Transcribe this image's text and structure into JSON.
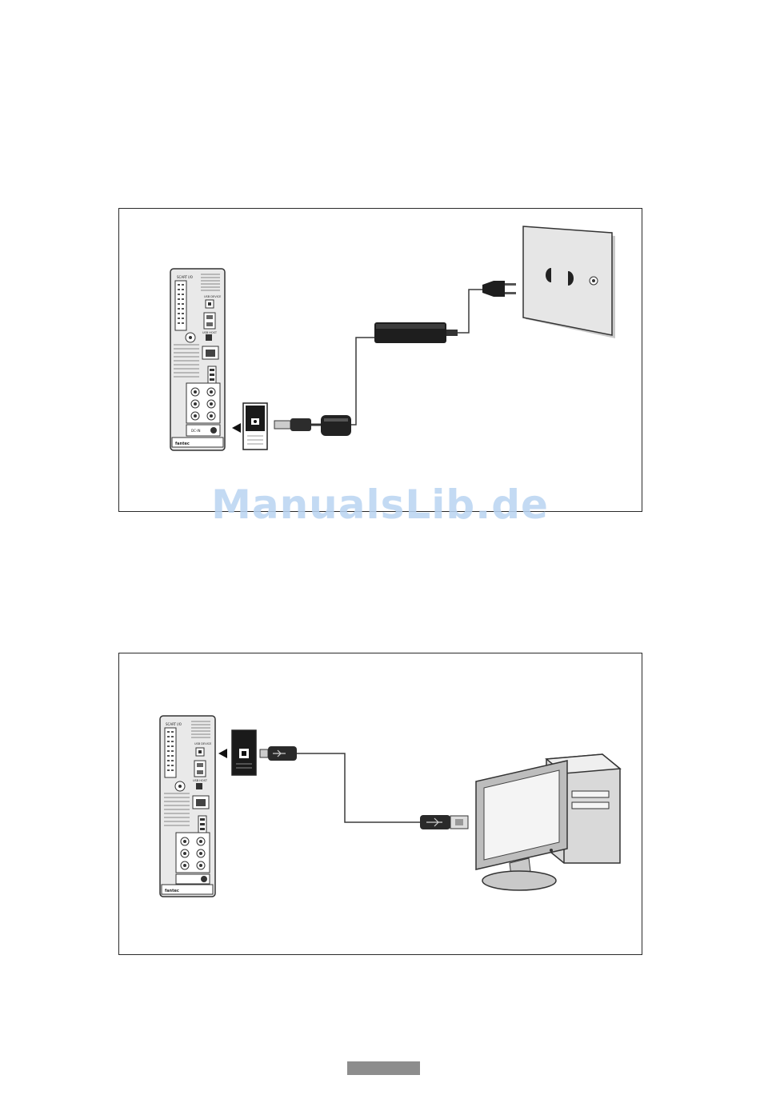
{
  "watermark": {
    "text": "ManualsLib.de"
  },
  "colors": {
    "frame_border": "#2a2a2a",
    "cable": "#3a3a3a",
    "device": "#e9e9e9",
    "screen": "#f4f4f4"
  },
  "figure1": {
    "device_labels": {
      "scart": "SCART I/O",
      "usb_device": "USB DEVICE",
      "usb_host": "USB HOST",
      "brand": "fantec",
      "power": "DC-IN"
    },
    "icons": [
      "media-player-back-panel",
      "power-adapter-icon",
      "ferrite-core-icon",
      "dc-plug-icon",
      "wall-socket-icon",
      "euro-plug-icon"
    ]
  },
  "figure2": {
    "device_labels": {
      "scart": "SCART I/O",
      "usb_device": "USB DEVICE",
      "usb_host": "USB HOST",
      "brand": "fantec"
    },
    "icons": [
      "media-player-back-panel",
      "usb-b-plug-icon",
      "usb-a-plug-icon",
      "computer-monitor-icon",
      "computer-tower-icon"
    ]
  }
}
